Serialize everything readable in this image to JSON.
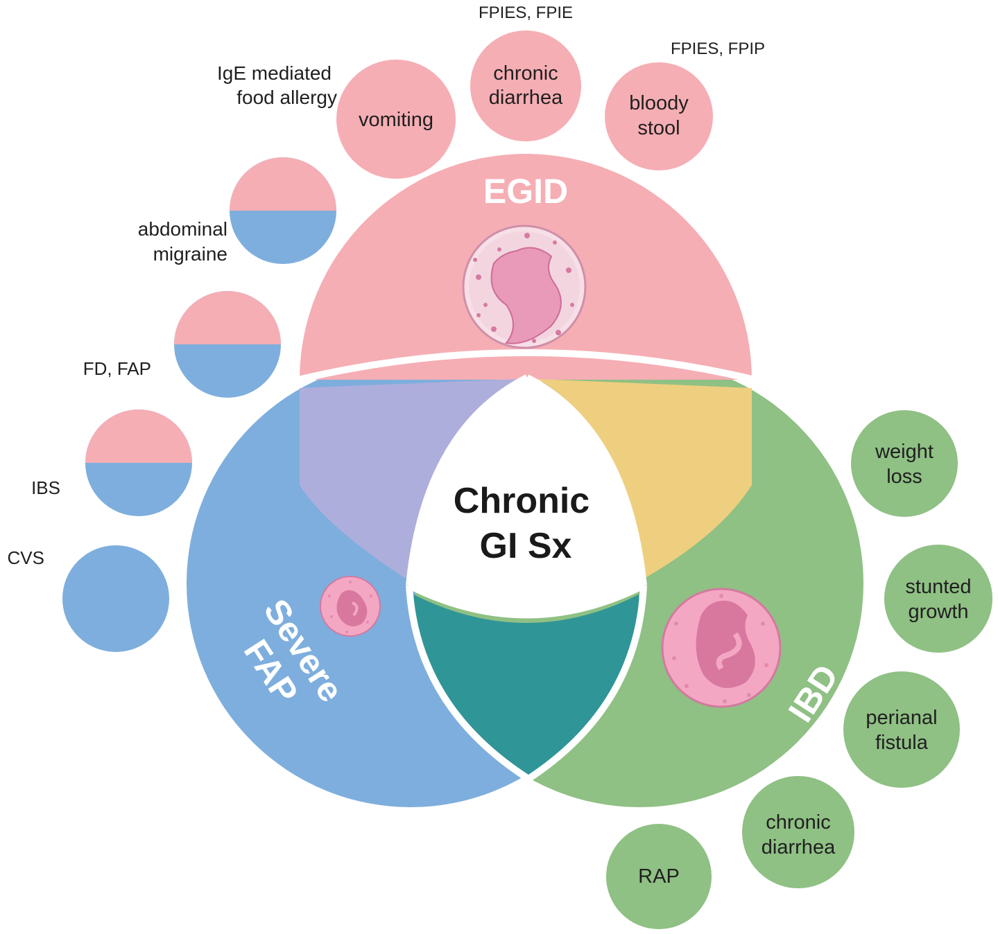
{
  "center_label": {
    "line1": "Chronic",
    "line2": "GI Sx"
  },
  "sets": {
    "egid": {
      "label": "EGID",
      "color": "#f5aeb4"
    },
    "fap": {
      "label_line1": "Severe",
      "label_line2": "FAP",
      "color": "#7eaedd"
    },
    "ibd": {
      "label": "IBD",
      "color": "#8fc084"
    }
  },
  "overlaps": {
    "egid_fap": {
      "color": "#aeaedc"
    },
    "egid_ibd": {
      "color": "#eecf7f"
    },
    "fap_ibd": {
      "color": "#2f9597"
    }
  },
  "egid_symptoms": [
    {
      "line1": "vomiting",
      "line2": "",
      "note_line1": "IgE mediated",
      "note_line2": "food allergy"
    },
    {
      "line1": "chronic",
      "line2": "diarrhea",
      "note_line1": "FPIES, FPIE",
      "note_line2": ""
    },
    {
      "line1": "bloody",
      "line2": "stool",
      "note_line1": "FPIES, FPIP",
      "note_line2": ""
    }
  ],
  "fap_symptoms": [
    {
      "line1": "abdominal",
      "line2": "migraine"
    },
    {
      "line1": "FD, FAP",
      "line2": ""
    },
    {
      "line1": "IBS",
      "line2": ""
    },
    {
      "line1": "CVS",
      "line2": ""
    }
  ],
  "ibd_symptoms": [
    {
      "line1": "weight",
      "line2": "loss"
    },
    {
      "line1": "stunted",
      "line2": "growth"
    },
    {
      "line1": "perianal",
      "line2": "fistula"
    },
    {
      "line1": "chronic",
      "line2": "diarrhea"
    },
    {
      "line1": "RAP",
      "line2": ""
    }
  ],
  "icons": [
    "eosinophil-cell-icon",
    "small-neutrophil-cell-icon",
    "neutrophil-cell-icon"
  ]
}
